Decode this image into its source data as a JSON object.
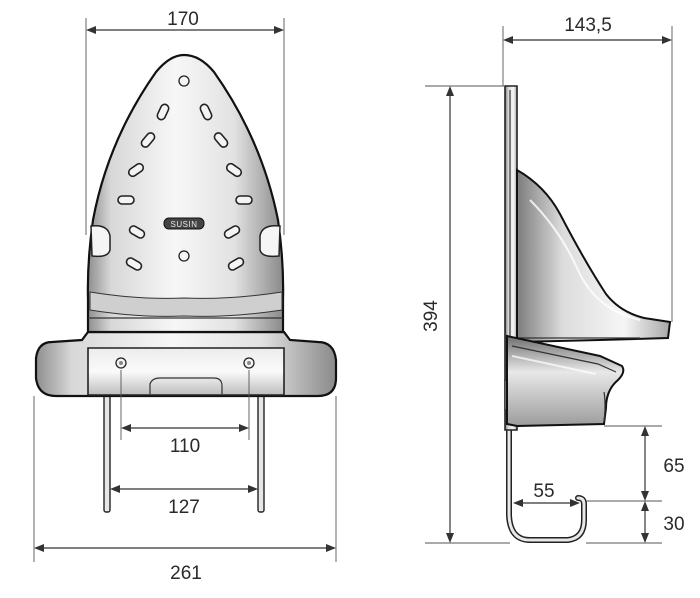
{
  "dimensions": {
    "front_width_top": "170",
    "front_width_base": "261",
    "hole_spacing": "110",
    "rod_spacing": "127",
    "side_depth": "143,5",
    "side_height": "394",
    "hook_height_upper": "65",
    "hook_height_lower": "30",
    "hook_width": "55"
  },
  "front_label": "SUSIN",
  "colors": {
    "outline": "#111111",
    "metal_light": "#f2f2f2",
    "metal_dark": "#9a9a9a",
    "text": "#2a2a2a"
  }
}
